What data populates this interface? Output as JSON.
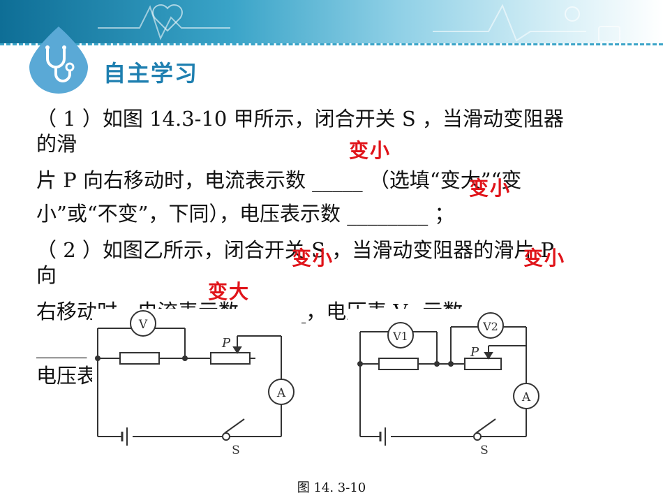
{
  "header": {
    "section_title": "自主学习"
  },
  "question": {
    "line1": "（ 1 ）如图 14.3-10 甲所示，闭合开关 S ，当滑动变阻器",
    "line2": "的滑",
    "line3": "片 P 向右移动时，电流表示数 _____ （选填“变大”“变",
    "line4": "小”或“不变”，下同），电压表示数 ________ ；",
    "line5": "（ 2 ）如图乙所示，闭合开关 S ，当滑动变阻器的滑片 P",
    "line6": "向",
    "line7": "右移动时，电流表示数 ______，电压表 V₁ 示数",
    "line8": "_____",
    "line9": "电压表"
  },
  "answers": {
    "a1": "变小",
    "a2": "变小",
    "a3": "变小",
    "a4": "变小",
    "a5": "变大"
  },
  "figure": {
    "caption": "图 14. 3-10",
    "circuit_a": {
      "voltmeter": "V",
      "ammeter": "A",
      "slider": "P",
      "switch": "S"
    },
    "circuit_b": {
      "voltmeter1": "V1",
      "voltmeter2": "V2",
      "ammeter": "A",
      "slider": "P",
      "switch": "S"
    }
  },
  "colors": {
    "answer": "#e0141a",
    "title": "#1e7fb0",
    "banner": "#3aa4c8"
  }
}
